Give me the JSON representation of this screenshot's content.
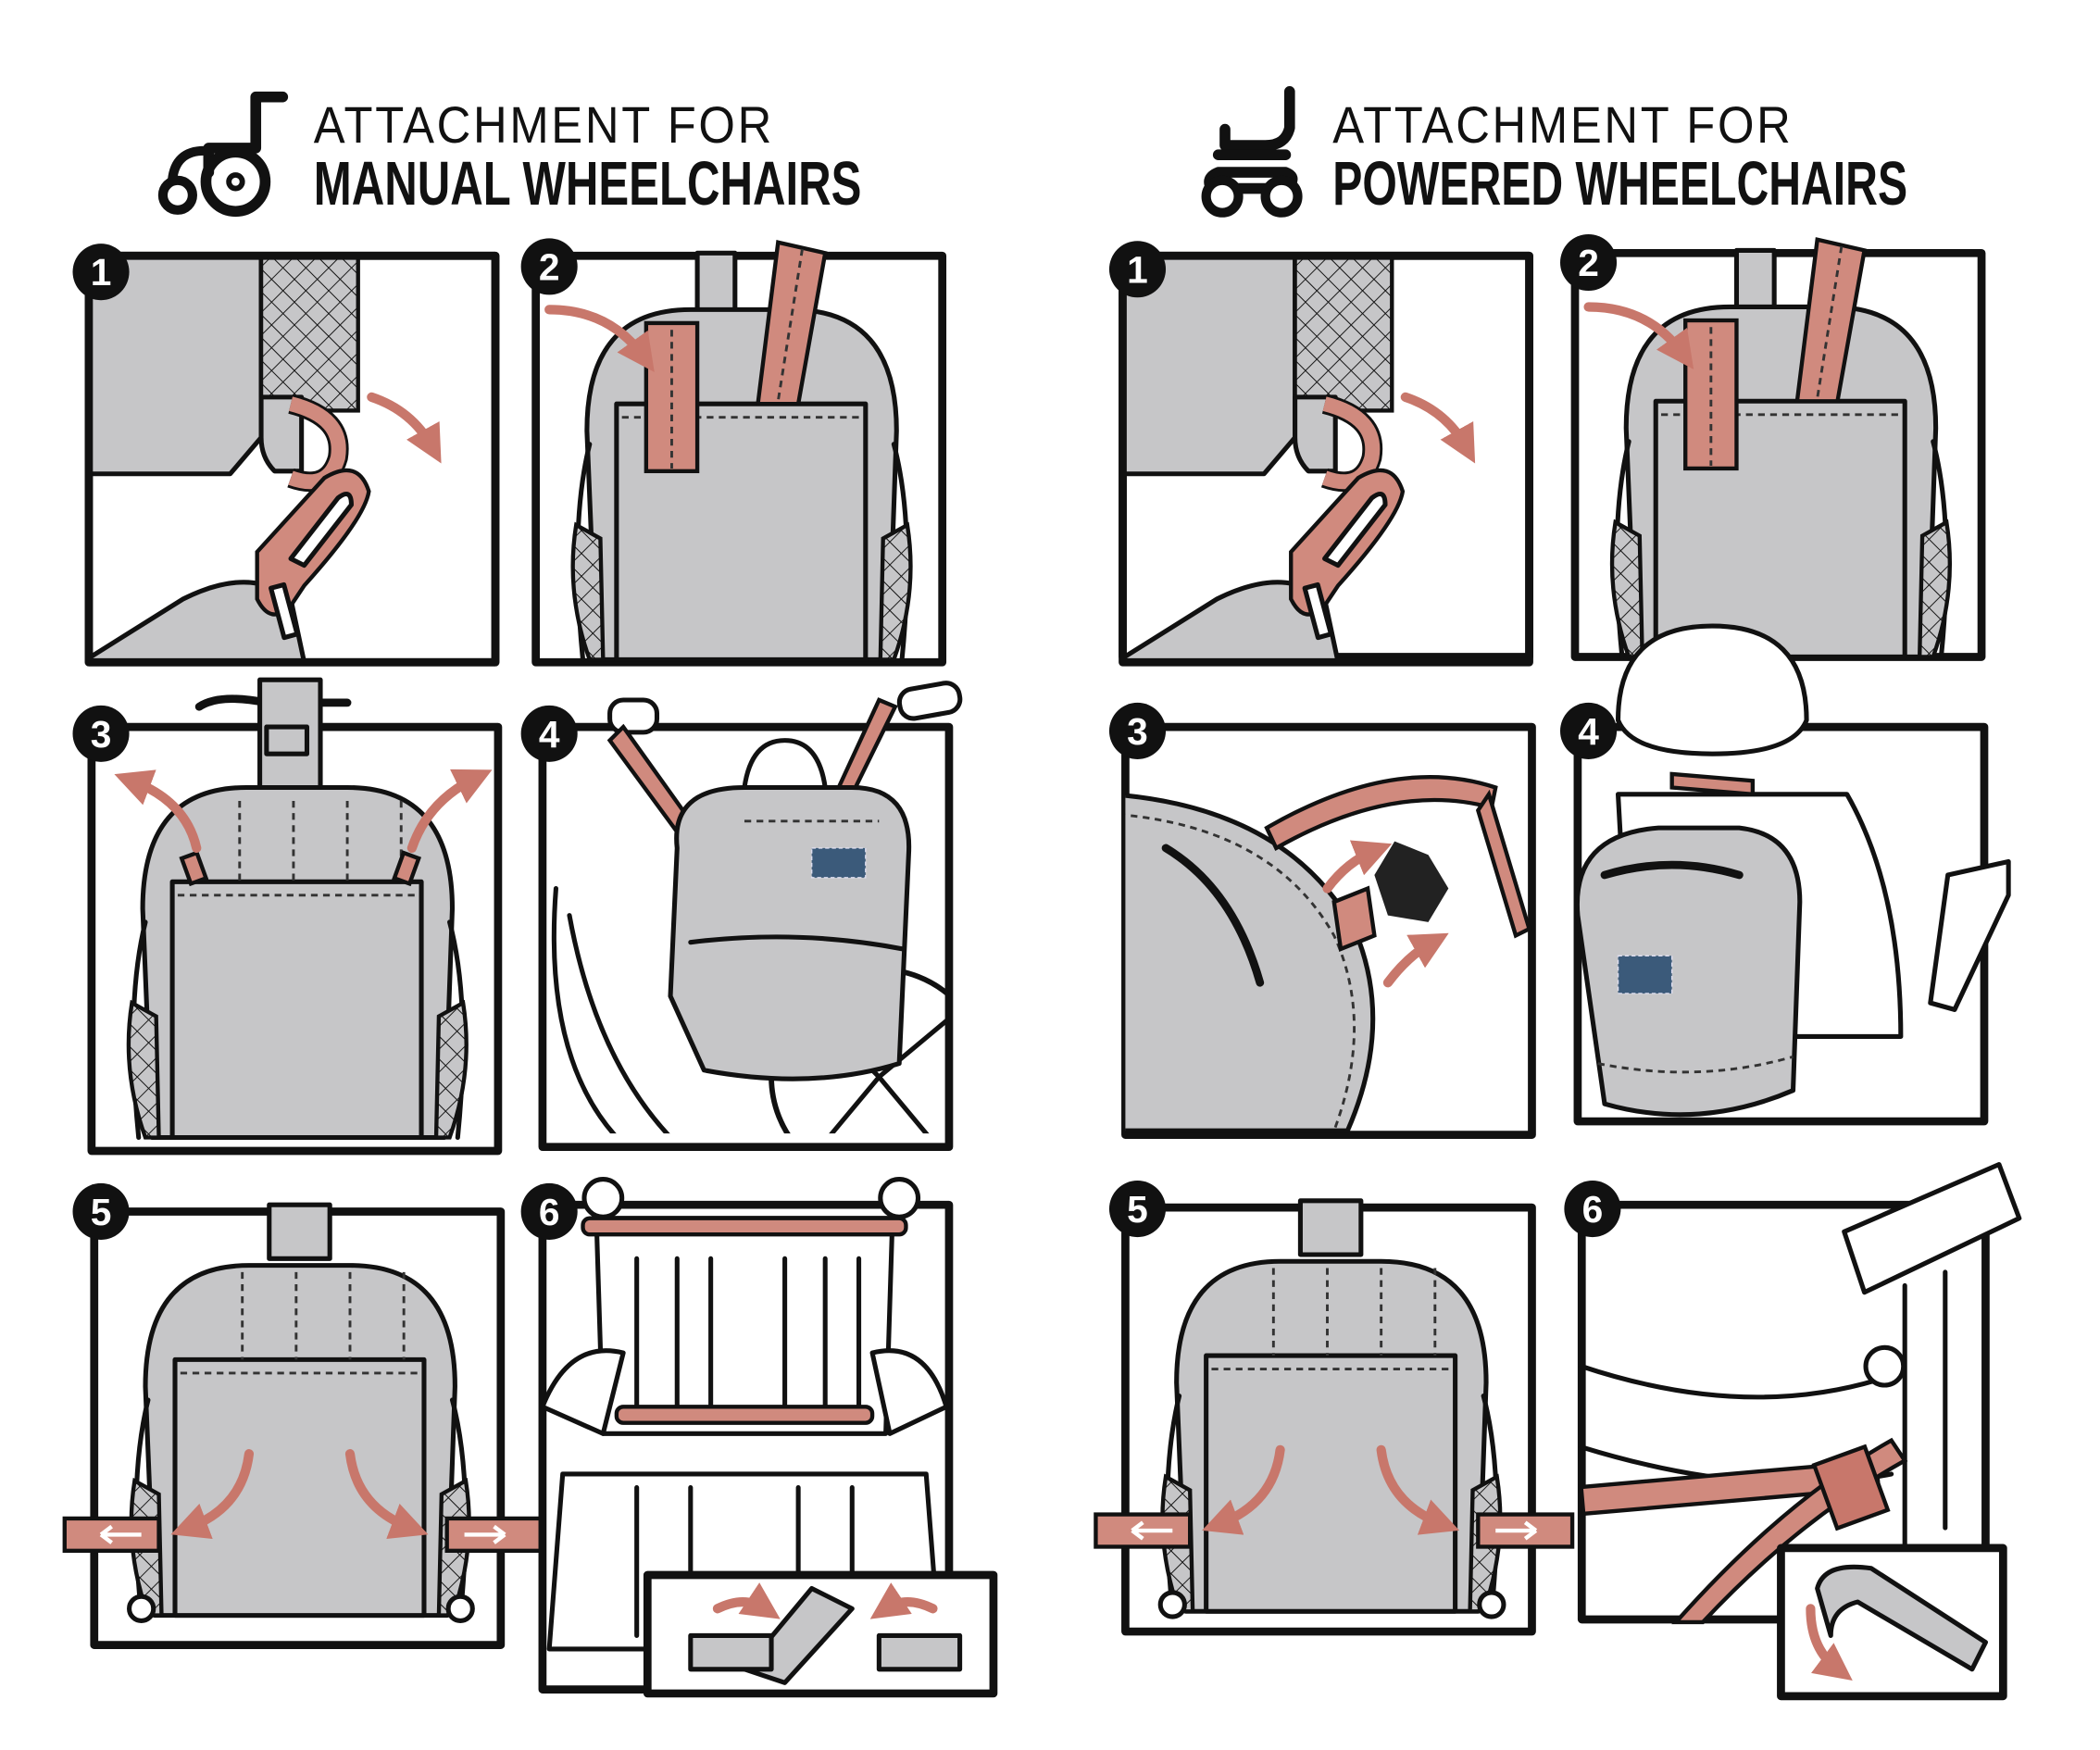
{
  "sections": [
    {
      "heading_line1": "ATTACHMENT FOR",
      "heading_line2": "MANUAL WHEELCHAIRS",
      "icon": "manual-wheelchair-icon",
      "steps": [
        "1",
        "2",
        "3",
        "4",
        "5",
        "6"
      ]
    },
    {
      "heading_line1": "ATTACHMENT FOR",
      "heading_line2": "POWERED WHEELCHAIRS",
      "icon": "powered-wheelchair-icon",
      "steps": [
        "1",
        "2",
        "3",
        "4",
        "5",
        "6"
      ]
    }
  ],
  "colors": {
    "accent_strap": "#d08a7e",
    "bag_gray": "#c6c6c8",
    "outline": "#111111"
  }
}
